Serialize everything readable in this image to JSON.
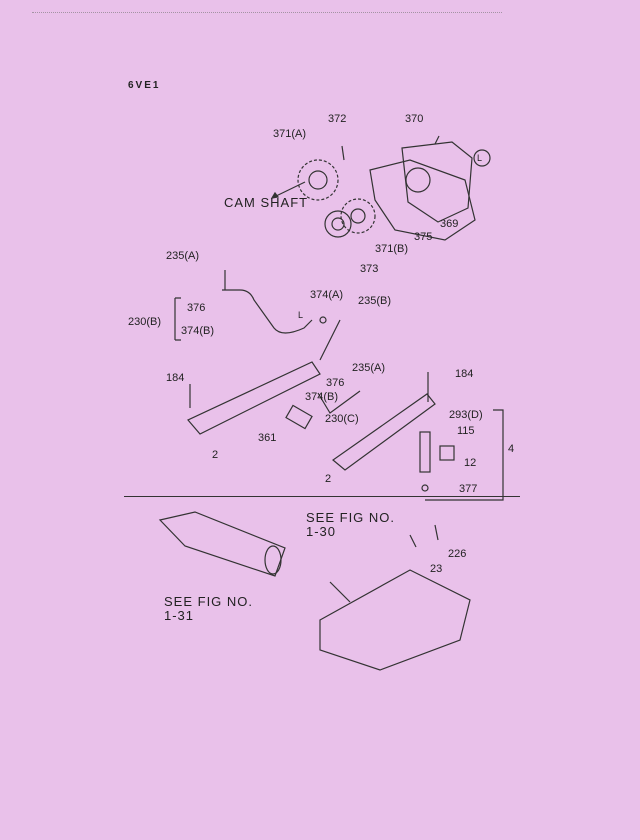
{
  "engine_code": "6VE1",
  "upper": {
    "labels": {
      "p372": "372",
      "p371a": "371(A)",
      "p370": "370",
      "cam_shaft": "CAM SHAFT",
      "p369": "369",
      "p375": "375",
      "p371b": "371(B)",
      "p373": "373",
      "ref_l": "L"
    }
  },
  "middle": {
    "labels": {
      "p235a_top": "235(A)",
      "p376_left": "376",
      "p230b": "230(B)",
      "p374b_left": "374(B)",
      "p374a": "374(A)",
      "p235b": "235(B)",
      "ref_l": "L",
      "p235a_mid": "235(A)",
      "p184_left": "184",
      "p376_mid": "376",
      "p374b_mid": "374(B)",
      "p230c": "230(C)",
      "p361": "361",
      "p2_left": "2",
      "p184_right": "184",
      "p293d": "293(D)",
      "p115": "115",
      "p4": "4",
      "p12": "12",
      "p2_right": "2",
      "p377": "377"
    }
  },
  "lower": {
    "labels": {
      "see_fig_130_line1": "SEE FIG NO.",
      "see_fig_130_line2": "1-30",
      "p226": "226",
      "p23": "23",
      "see_fig_131_line1": "SEE FIG NO.",
      "see_fig_131_line2": "1-31"
    }
  }
}
